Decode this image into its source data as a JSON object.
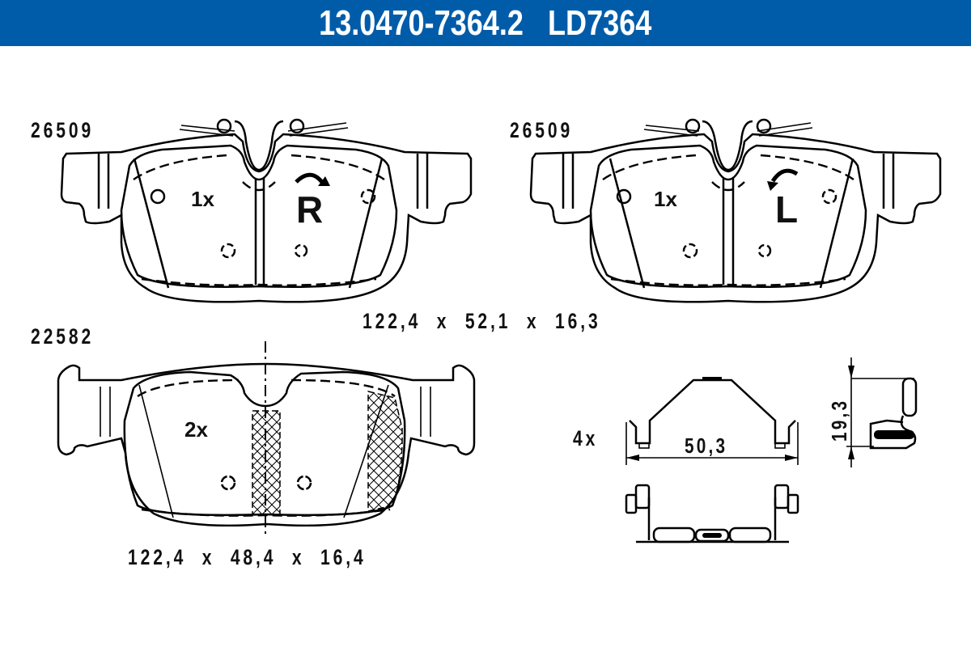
{
  "header": {
    "title": "13.0470-7364.2   LD7364",
    "part_number": "13.0470-7364.2",
    "ref_code": "LD7364",
    "background_color": "#005ca9",
    "text_color": "#ffffff"
  },
  "pads": {
    "fill_color": "#80a2e6",
    "right_pad": {
      "code": "26509",
      "quantity": "1x",
      "side_letter": "R",
      "rotation_icon": "clockwise-arrow-icon"
    },
    "left_pad": {
      "code": "26509",
      "quantity": "1x",
      "side_letter": "L",
      "rotation_icon": "counterclockwise-arrow-icon"
    },
    "upper_dimensions": "122,4  x  52,1  x  16,3",
    "lower_pad": {
      "code": "22582",
      "quantity": "2x",
      "dimensions": "122,4  x  48,4  x  16,4"
    }
  },
  "clip": {
    "quantity": "4x",
    "width_dimension": "50,3",
    "height_dimension": "19,3"
  }
}
